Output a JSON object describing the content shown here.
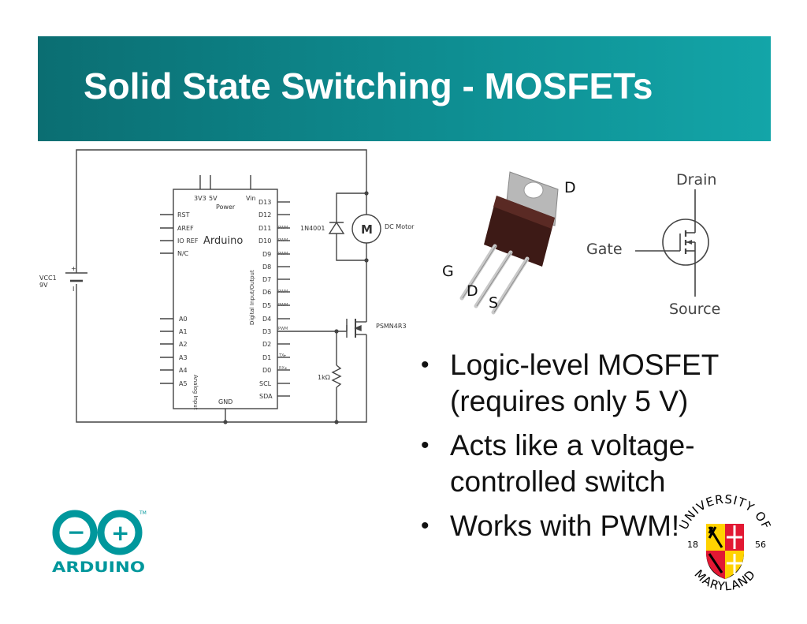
{
  "slide": {
    "title": "Solid State Switching - MOSFETs"
  },
  "schematic": {
    "supply_label": "VCC1",
    "supply_voltage": "9V",
    "supply_plus": "+",
    "supply_minus": "I",
    "board_name": "Arduino",
    "power_header": "Power",
    "power_pins": [
      "3V3",
      "5V",
      "Vin"
    ],
    "left_pins": [
      "RST",
      "AREF",
      "IO REF",
      "N/C"
    ],
    "analog_pins": [
      "A0",
      "A1",
      "A2",
      "A3",
      "A4",
      "A5"
    ],
    "analog_group_label": "Analog Input",
    "digital_group_label": "Digital Input/Output",
    "right_pins": [
      "D13",
      "D12",
      "D11",
      "D10",
      "D9",
      "D8",
      "D7",
      "D6",
      "D5",
      "D4",
      "D3",
      "D2",
      "D1",
      "D0",
      "SCL",
      "SDA"
    ],
    "pwm_tag": "PWM",
    "tx_tag": "TX▸",
    "rx_tag": "RX◂",
    "gnd_label": "GND",
    "diode_label": "1N4001",
    "motor_label": "DC Motor",
    "motor_symbol": "M",
    "mosfet_label": "PSMN4R3",
    "resistor_label": "1kΩ"
  },
  "package_photo": {
    "tab_label": "D",
    "lead_labels": [
      "G",
      "D",
      "S"
    ]
  },
  "mosfet_symbol": {
    "drain_label": "Drain",
    "gate_label": "Gate",
    "source_label": "Source"
  },
  "bullets": [
    "Logic-level MOSFET (requires only 5 V)",
    "Acts like a voltage-controlled switch",
    "Works with PWM!"
  ],
  "logos": {
    "arduino_wordmark": "ARDUINO",
    "arduino_minus": "−",
    "arduino_plus": "+",
    "arduino_tm": "TM",
    "umd_arc_text": "UNIVERSITY OF",
    "umd_bottom_text": "MARYLAND",
    "umd_year_left": "18",
    "umd_year_right": "56"
  },
  "colors": {
    "title_band": "#0e8d91",
    "arduino_teal": "#00979c",
    "umd_red": "#e21833",
    "umd_gold": "#ffd200"
  }
}
